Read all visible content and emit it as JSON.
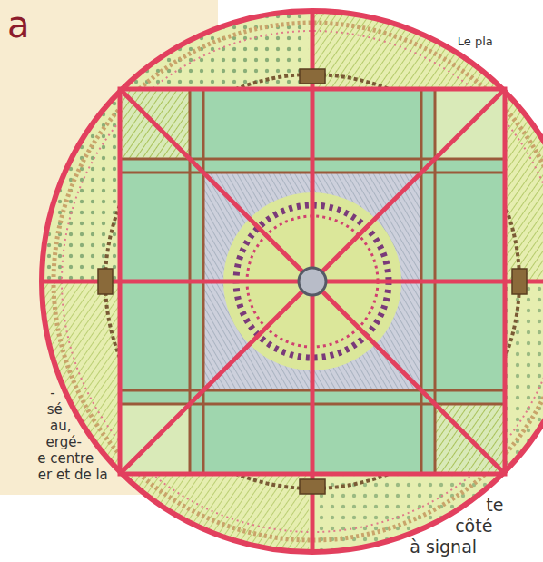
{
  "diagram": {
    "title": "a",
    "labels": [
      "Le pla",
      "-",
      "sé",
      "au,",
      "ergé-",
      "e centre",
      "er et de la",
      "te",
      "côté",
      "à signal"
    ]
  }
}
